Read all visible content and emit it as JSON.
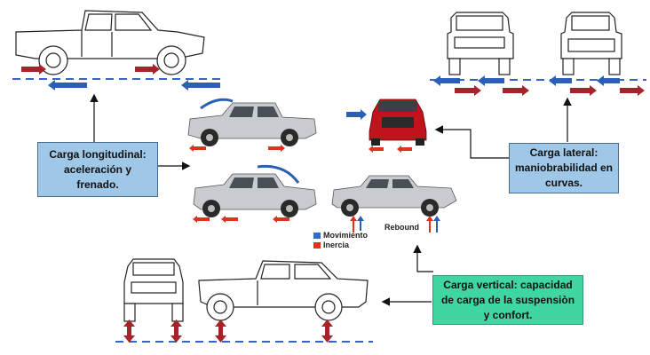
{
  "boxes": {
    "longitudinal": "Carga longitudinal: aceleración y frenado.",
    "lateral": "Carga lateral: maniobrabilidad en curvas.",
    "vertical": "Carga vertical: capacidad de carga de la suspensiòn y confort."
  },
  "legend": {
    "movement": "Movimiento",
    "inertia": "Inercia",
    "movement_color": "#2f6fc4",
    "inertia_color": "#e0301e"
  },
  "rebound_label": "Rebound",
  "colors": {
    "arrow_red": "#a3242a",
    "arrow_blue": "#2a5fb5",
    "dash": "#3a63c8",
    "truck_silver": "#c8cbd0",
    "truck_red": "#c0141c",
    "box_blue": "#9ec7e8",
    "box_green": "#3fd6a2"
  }
}
